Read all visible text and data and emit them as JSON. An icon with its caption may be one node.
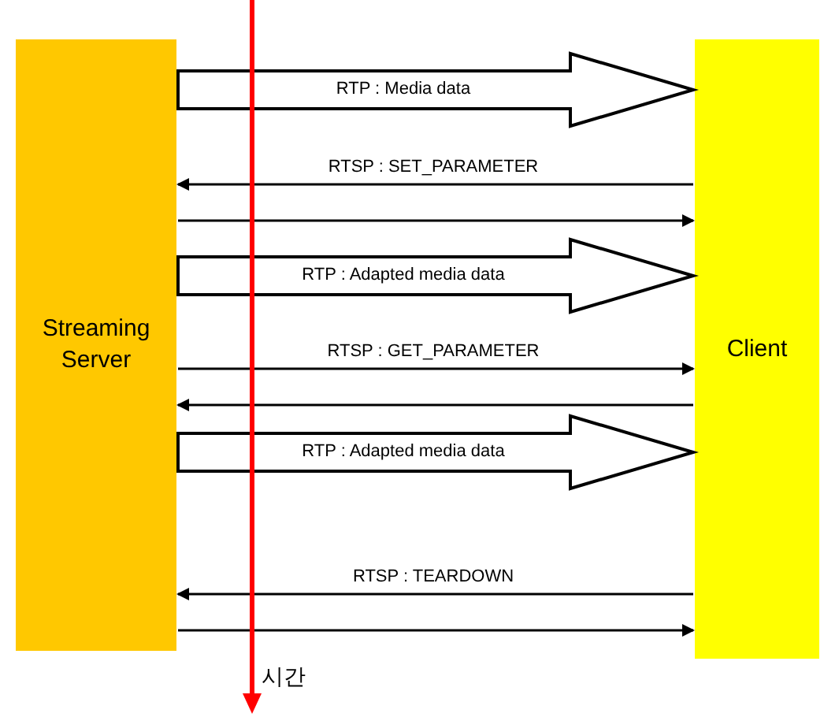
{
  "diagram": {
    "nodes": [
      {
        "text": [
          "Streaming Server"
        ]
      },
      {
        "text": [
          "Client"
        ]
      }
    ],
    "edges": [
      {
        "from": 0,
        "to": 1,
        "arrow": "to",
        "label": "RTP : Media data",
        "style": "thick"
      },
      {
        "from": 1,
        "to": 0,
        "arrow": "to",
        "label": "RTSP : SET_PARAMETER"
      },
      {
        "from": 0,
        "to": 1,
        "arrow": "to"
      },
      {
        "from": 0,
        "to": 1,
        "arrow": "to",
        "label": "RTP : Adapted media data",
        "style": "thick"
      },
      {
        "from": 0,
        "to": 1,
        "arrow": "to",
        "label": "RTSP : GET_PARAMETER"
      },
      {
        "from": 1,
        "to": 0,
        "arrow": "to"
      },
      {
        "from": 0,
        "to": 1,
        "arrow": "to",
        "label": "RTP : Adapted media data",
        "style": "thick"
      },
      {
        "from": 1,
        "to": 0,
        "arrow": "to",
        "label": "RTSP : TEARDOWN"
      },
      {
        "from": 0,
        "to": 1,
        "arrow": "to"
      }
    ],
    "labels": [
      "시간"
    ]
  }
}
